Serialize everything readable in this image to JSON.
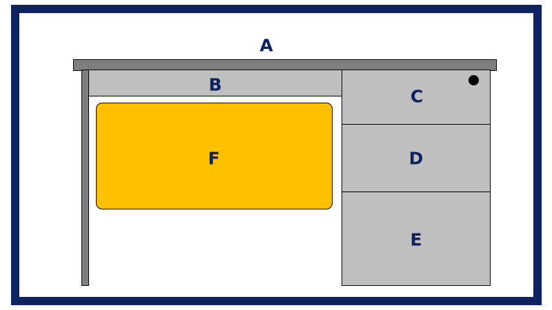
{
  "diagram": {
    "parts": [
      {
        "id": "A",
        "label": "A",
        "name": "desktop"
      },
      {
        "id": "B",
        "label": "B",
        "name": "center-drawer"
      },
      {
        "id": "C",
        "label": "C",
        "name": "top-side-drawer"
      },
      {
        "id": "D",
        "label": "D",
        "name": "middle-side-drawer"
      },
      {
        "id": "E",
        "label": "E",
        "name": "bottom-side-drawer"
      },
      {
        "id": "F",
        "label": "F",
        "name": "modesty-panel"
      }
    ]
  },
  "colors": {
    "frame": "#0e2160",
    "label_text": "#0e2160",
    "desktop_and_leg": "#7f7f7f",
    "drawer_fill": "#bfbfbf",
    "panel_fill": "#ffc000",
    "outline": "#000000",
    "knob": "#000000",
    "background": "#ffffff"
  }
}
